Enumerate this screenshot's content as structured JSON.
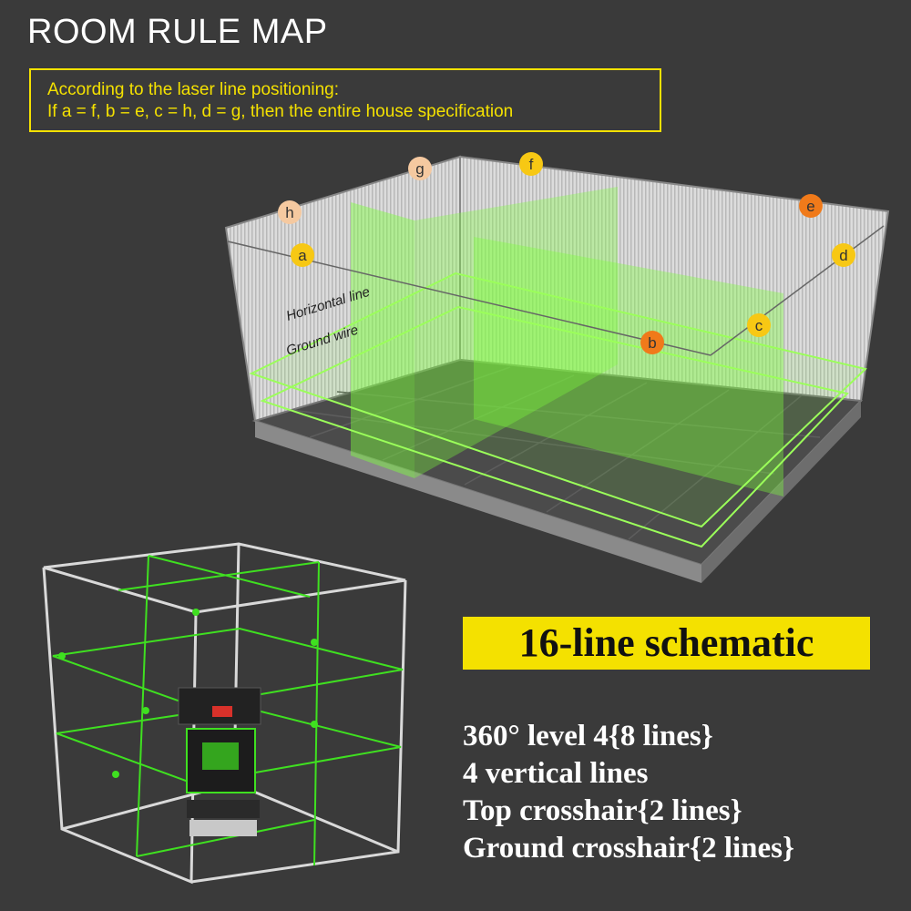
{
  "title": "ROOM RULE MAP",
  "note": {
    "line1": "According to the laser line positioning:",
    "line2": "If a = f, b = e, c = h, d = g, then the entire house specification"
  },
  "room": {
    "markers": [
      {
        "id": "a",
        "label": "a"
      },
      {
        "id": "b",
        "label": "b"
      },
      {
        "id": "c",
        "label": "c"
      },
      {
        "id": "d",
        "label": "d"
      },
      {
        "id": "e",
        "label": "e"
      },
      {
        "id": "f",
        "label": "f"
      },
      {
        "id": "g",
        "label": "g"
      },
      {
        "id": "h",
        "label": "h"
      }
    ],
    "horizontal_label": "Horizontal line",
    "ground_label": "Ground wire"
  },
  "headline": "16-line schematic",
  "specs": [
    "360°  level 4{8 lines}",
    "4 vertical lines",
    "Top crosshair{2 lines}",
    "Ground crosshair{2 lines}"
  ],
  "colors": {
    "background": "#3a3a3a",
    "accent_yellow": "#f4e100",
    "laser_green": "#7dff3c",
    "marker_yellow": "#f7c814",
    "marker_orange": "#f07a1a",
    "marker_peach": "#f5c9a0"
  }
}
